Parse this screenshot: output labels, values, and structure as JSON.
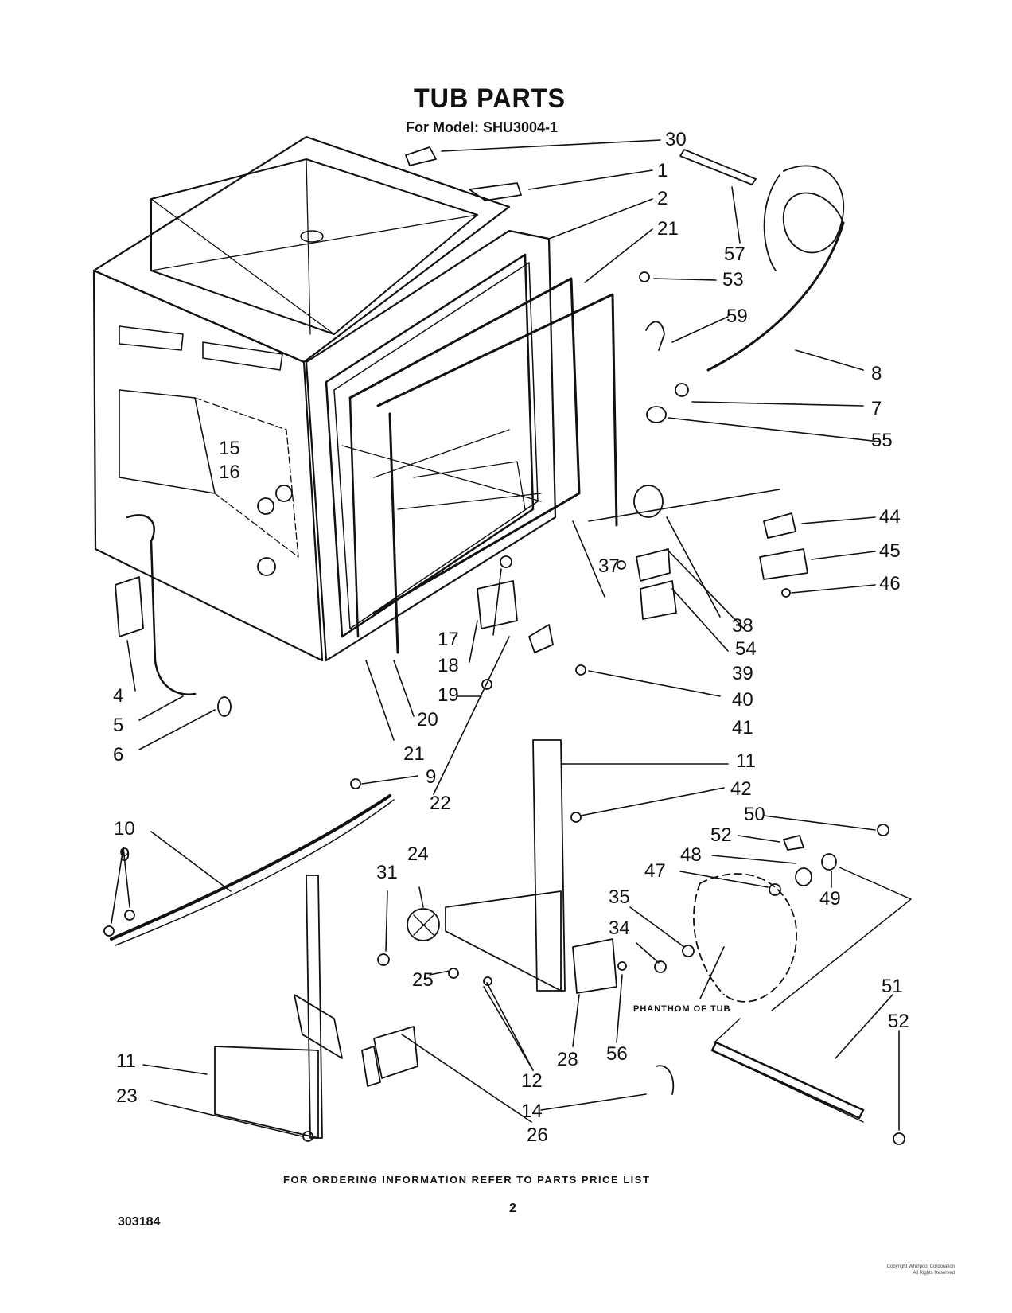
{
  "title": "TUB PARTS",
  "subtitle": "For Model: SHU3004-1",
  "footer_note": "FOR ORDERING INFORMATION REFER TO PARTS PRICE LIST",
  "page_number": "2",
  "document_number": "303184",
  "phantom_label": "PHANTHOM OF TUB",
  "copyright_lines": [
    "Copyright Whirlpool Corporation",
    "All Rights Reserved"
  ],
  "callouts": [
    {
      "id": "30",
      "label": "30"
    },
    {
      "id": "1",
      "label": "1"
    },
    {
      "id": "2",
      "label": "2"
    },
    {
      "id": "21a",
      "label": "21"
    },
    {
      "id": "57",
      "label": "57"
    },
    {
      "id": "53",
      "label": "53"
    },
    {
      "id": "59",
      "label": "59"
    },
    {
      "id": "8",
      "label": "8"
    },
    {
      "id": "7",
      "label": "7"
    },
    {
      "id": "55",
      "label": "55"
    },
    {
      "id": "44",
      "label": "44"
    },
    {
      "id": "45",
      "label": "45"
    },
    {
      "id": "46",
      "label": "46"
    },
    {
      "id": "15",
      "label": "15"
    },
    {
      "id": "16",
      "label": "16"
    },
    {
      "id": "37",
      "label": "37"
    },
    {
      "id": "38",
      "label": "38"
    },
    {
      "id": "54",
      "label": "54"
    },
    {
      "id": "39",
      "label": "39"
    },
    {
      "id": "40",
      "label": "40"
    },
    {
      "id": "41",
      "label": "41"
    },
    {
      "id": "17",
      "label": "17"
    },
    {
      "id": "18",
      "label": "18"
    },
    {
      "id": "19",
      "label": "19"
    },
    {
      "id": "20",
      "label": "20"
    },
    {
      "id": "21b",
      "label": "21"
    },
    {
      "id": "4",
      "label": "4"
    },
    {
      "id": "5",
      "label": "5"
    },
    {
      "id": "6",
      "label": "6"
    },
    {
      "id": "9a",
      "label": "9"
    },
    {
      "id": "22",
      "label": "22"
    },
    {
      "id": "11a",
      "label": "11"
    },
    {
      "id": "42",
      "label": "42"
    },
    {
      "id": "50",
      "label": "50"
    },
    {
      "id": "52a",
      "label": "52"
    },
    {
      "id": "48",
      "label": "48"
    },
    {
      "id": "47",
      "label": "47"
    },
    {
      "id": "49",
      "label": "49"
    },
    {
      "id": "10",
      "label": "10"
    },
    {
      "id": "9b",
      "label": "9"
    },
    {
      "id": "24",
      "label": "24"
    },
    {
      "id": "31",
      "label": "31"
    },
    {
      "id": "35",
      "label": "35"
    },
    {
      "id": "34",
      "label": "34"
    },
    {
      "id": "25",
      "label": "25"
    },
    {
      "id": "51",
      "label": "51"
    },
    {
      "id": "52b",
      "label": "52"
    },
    {
      "id": "11b",
      "label": "11"
    },
    {
      "id": "23",
      "label": "23"
    },
    {
      "id": "12",
      "label": "12"
    },
    {
      "id": "28",
      "label": "28"
    },
    {
      "id": "56",
      "label": "56"
    },
    {
      "id": "14",
      "label": "14"
    },
    {
      "id": "26",
      "label": "26"
    }
  ]
}
